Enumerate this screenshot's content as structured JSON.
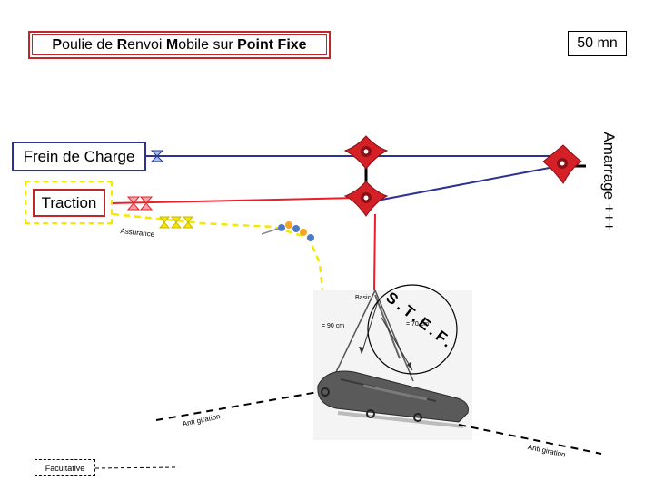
{
  "title": {
    "part1": "P",
    "part2": "oulie de ",
    "part3": "R",
    "part4": "envoi ",
    "part5": "M",
    "part6": "obile sur ",
    "part7": "Point Fixe"
  },
  "duration": "50 mn",
  "labels": {
    "frein": "Frein de Charge",
    "traction": "Traction",
    "amarrage": "Amarrage +++",
    "assurance": "Assurance",
    "basic": "Basic",
    "dist_90": "= 90 cm",
    "dist_70": "= 70 cm",
    "stef": "S.T.E.F.",
    "anti_giration_left": "Anti giration",
    "anti_giration_right": "Anti giration"
  },
  "legend": {
    "facultative": "Facultative"
  },
  "colors": {
    "rope_blue": "#2e3192",
    "rope_red": "#e8202a",
    "assurance_yellow": "#f5e800",
    "pulley_red": "#d42027",
    "frame_red": "#c0272d"
  }
}
